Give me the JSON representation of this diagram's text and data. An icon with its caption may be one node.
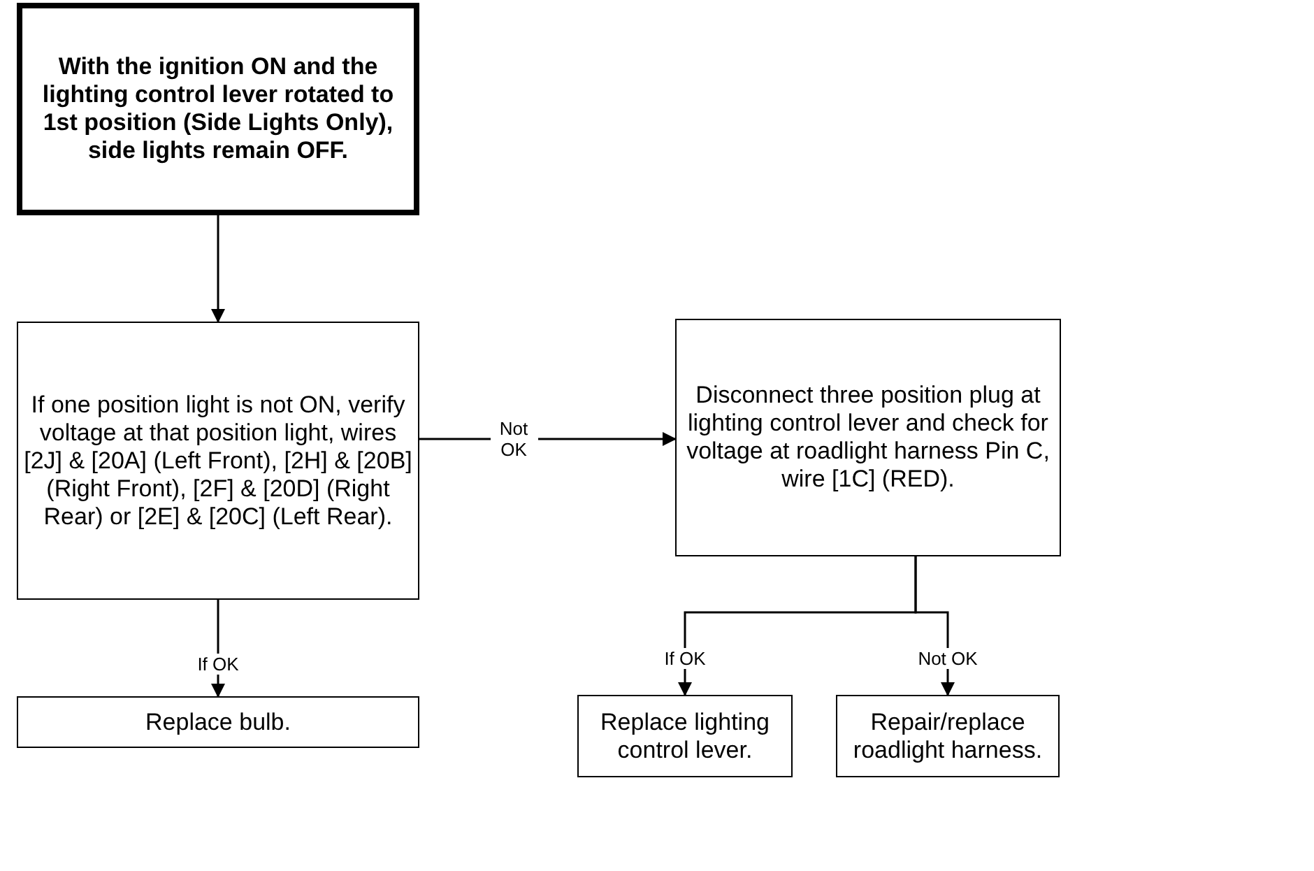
{
  "diagram": {
    "nodes": [
      {
        "text": [
          "With the ignition ON and the lighting control lever rotated to 1st position (Side Lights Only), side lights remain OFF."
        ]
      },
      {
        "text": [
          "If one position light is not ON, verify voltage at that position light, wires [2J] & [20A] (Left Front), [2H] & [20B] (Right Front), [2F] & [20D] (Right Rear) or [2E] & [20C] (Left Rear)."
        ]
      },
      {
        "text": [
          "Disconnect three position plug at lighting control lever and check for voltage at roadlight harness Pin C, wire [1C] (RED)."
        ]
      },
      {
        "text": [
          "Replace bulb."
        ]
      },
      {
        "text": [
          "Replace lighting control lever."
        ]
      },
      {
        "text": [
          "Repair/replace roadlight harness."
        ]
      }
    ],
    "edges": [
      {
        "from": 0,
        "to": 1,
        "arrow": "to"
      },
      {
        "from": 1,
        "to": 2,
        "arrow": "to",
        "label": "Not OK"
      },
      {
        "from": 1,
        "to": 3,
        "arrow": "to",
        "label": "If OK"
      },
      {
        "from": 2,
        "to": 4,
        "arrow": "to",
        "label": "If OK"
      },
      {
        "from": 2,
        "to": 5,
        "arrow": "to",
        "label": "Not OK"
      }
    ]
  }
}
